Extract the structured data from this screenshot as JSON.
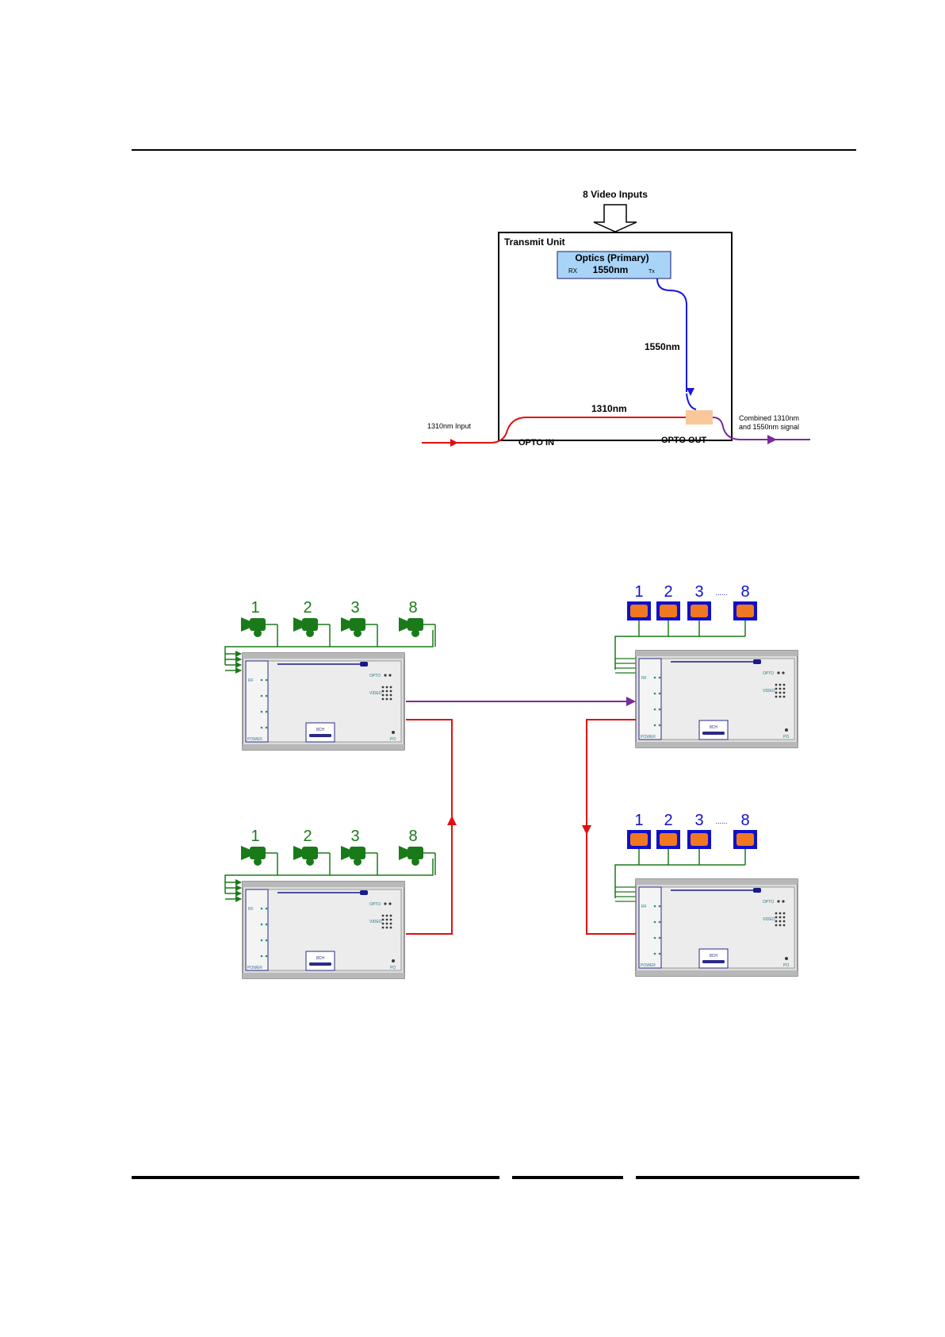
{
  "diagram1": {
    "video_inputs": "8 Video Inputs",
    "transmit_unit": "Transmit Unit",
    "optics_title": "Optics (Primary)",
    "optics_rx": "RX",
    "optics_wavelength": "1550nm",
    "optics_tx": "Tx",
    "label_1550": "1550nm",
    "label_1310": "1310nm",
    "input_1310": "1310nm Input",
    "opto_in": "OPTO IN",
    "opto_out": "OPTO OUT",
    "combined_line1": "Combined 1310nm",
    "combined_line2": "and 1550nm signal"
  },
  "diagram2": {
    "camera_numbers": [
      "1",
      "2",
      "3",
      "8"
    ],
    "monitor_numbers": [
      "1",
      "2",
      "3",
      "8"
    ],
    "monitor_ellipsis": "......",
    "unit_labels": {
      "opto": "OPTO",
      "video": "VIDEO",
      "rf": "RF",
      "power": "POWER",
      "po": "PO",
      "ch": "8CH"
    }
  },
  "colors": {
    "camera_green": "#1a7a1a",
    "monitor_blue": "#1010c8",
    "monitor_orange": "#f07820",
    "signal_1310": "#e01010",
    "signal_1550": "#1818d8",
    "combined": "#7a2a9a",
    "optics_fill": "#a8d4f8",
    "coupler": "#f8c89a"
  }
}
